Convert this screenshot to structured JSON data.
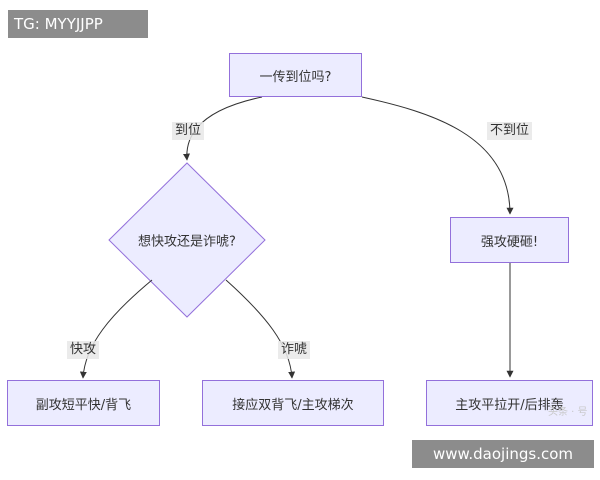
{
  "watermark_top": "TG: MYYJJPP",
  "watermark_bottom": "www.daojings.com",
  "faint_mark": "头条 · 号",
  "colors": {
    "node_fill": "#ececff",
    "node_border": "#9370db",
    "edge": "#333333",
    "edge_label_bg": "#e8e8e8",
    "watermark_bg": "#8c8c8c"
  },
  "nodes": {
    "start": "一传到位吗?",
    "decision": "想快攻还是诈唬?",
    "hard_attack": "强攻硬砸!",
    "leaf_fast": "副攻短平快/背飞",
    "leaf_bluff": "接应双背飞/主攻梯次",
    "leaf_hard": "主攻平拉开/后排轰"
  },
  "edge_labels": {
    "on_target": "到位",
    "off_target": "不到位",
    "fast": "快攻",
    "bluff": "诈唬"
  }
}
